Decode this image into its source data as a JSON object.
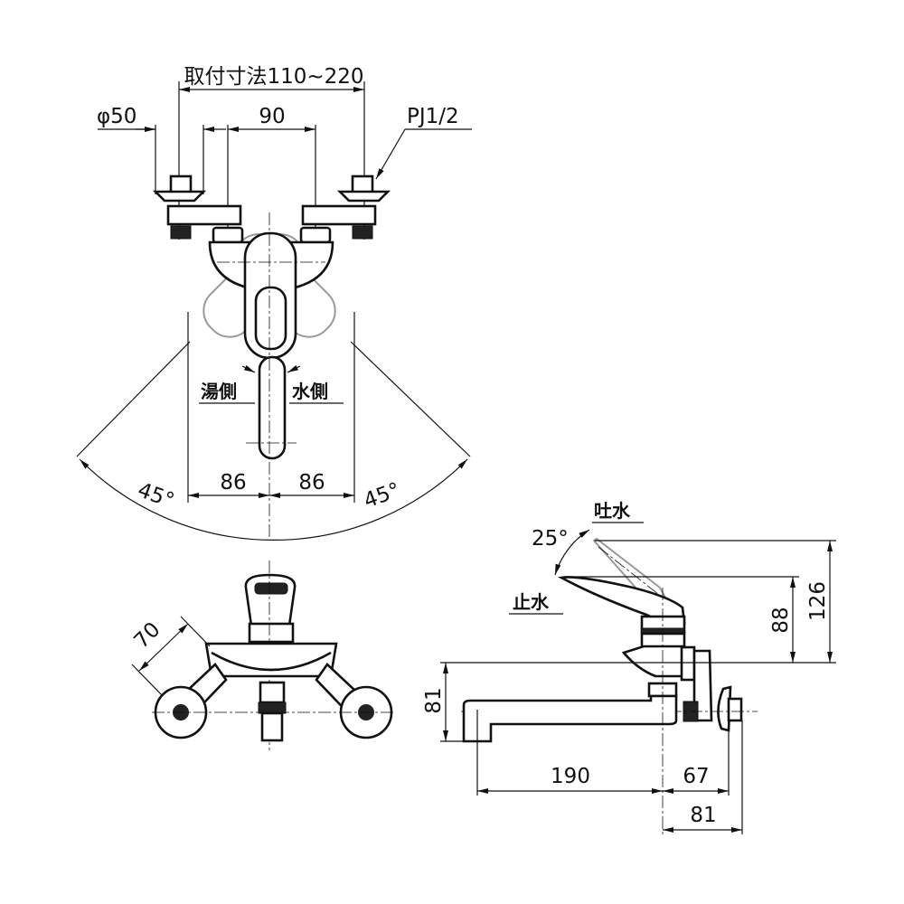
{
  "top_view": {
    "mount_range": "取付寸法110~220",
    "diameter": "φ50",
    "inlet_pitch": "90",
    "thread": "PJ1/2",
    "hot_side": "湯側",
    "cold_side": "水側",
    "angle_left": "45°",
    "angle_right": "45°",
    "offset_left": "86",
    "offset_right": "86"
  },
  "front_view": {
    "arm_length": "70"
  },
  "side_view": {
    "open_label": "吐水",
    "close_label": "止水",
    "lever_angle": "25°",
    "height_open": "126",
    "height_closed": "88",
    "spout_height": "81",
    "spout_reach": "190",
    "wall_depth": "67",
    "total_depth": "81"
  }
}
